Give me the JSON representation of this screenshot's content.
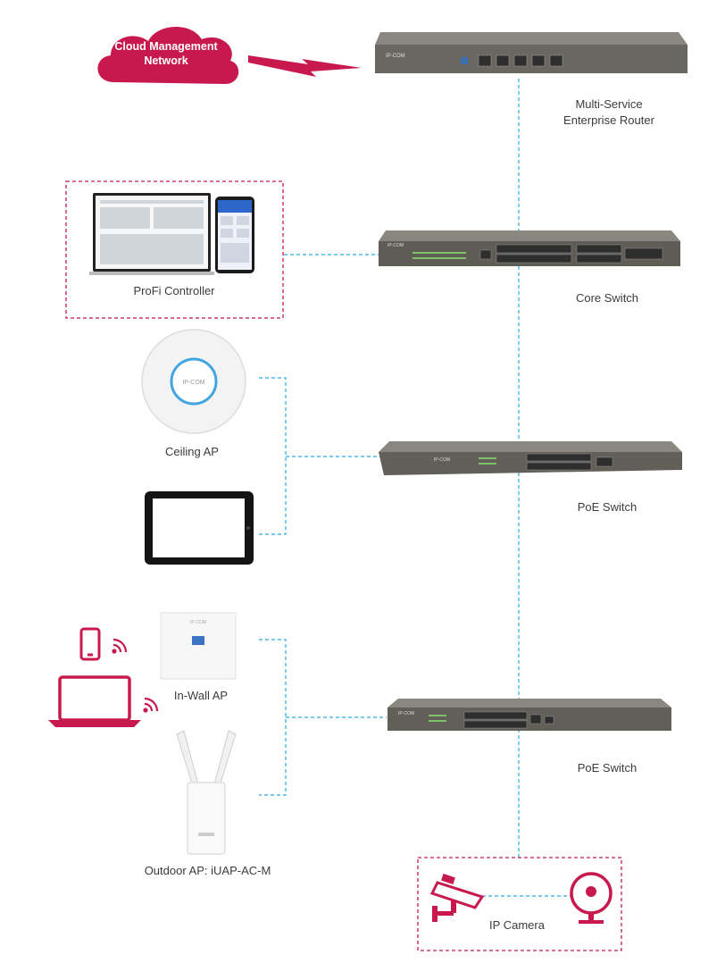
{
  "colors": {
    "accent": "#c8194f",
    "link": "#29a9e1",
    "device_dark": "#5d5a55",
    "device_mid": "#7e7a72",
    "port": "#3a3a3a"
  },
  "cloud": {
    "line1": "Cloud Management",
    "line2": "Network"
  },
  "devices": {
    "router": "Multi-Service\nEnterprise Router",
    "router_line1": "Multi-Service",
    "router_line2": "Enterprise Router",
    "core_switch": "Core Switch",
    "poe_switch_1": "PoE Switch",
    "poe_switch_2": "PoE Switch",
    "controller": "ProFi Controller",
    "ceiling_ap": "Ceiling AP",
    "inwall_ap": "In-Wall AP",
    "outdoor_ap": "Outdoor AP: iUAP-AC-M",
    "ip_camera": "IP Camera"
  },
  "brand": "IP-COM",
  "icons": [
    "cloud-icon",
    "router-icon",
    "switch-icon",
    "monitor-icon",
    "phone-icon",
    "ceiling-ap-icon",
    "tablet-icon",
    "wall-ap-icon",
    "outdoor-ap-icon",
    "laptop-icon",
    "wifi-icon",
    "cctv-camera-icon",
    "dome-camera-icon"
  ]
}
